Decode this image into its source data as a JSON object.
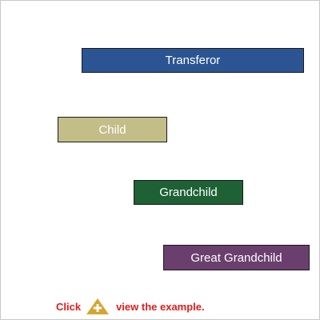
{
  "boxes": {
    "transferor": {
      "label": "Transferor",
      "color": "#2b5592"
    },
    "child": {
      "label": "Child",
      "color": "#c3bd88"
    },
    "grandchild": {
      "label": "Grandchild",
      "color": "#1d6134"
    },
    "great_grandchild": {
      "label": "Great Grandchild",
      "color": "#6a3f6e"
    }
  },
  "footer": {
    "prefix": "Click",
    "suffix": "view the example.",
    "text_color": "#e31b1b",
    "button_icon": "plus-triangle-icon",
    "button_color": "#d6a531"
  }
}
